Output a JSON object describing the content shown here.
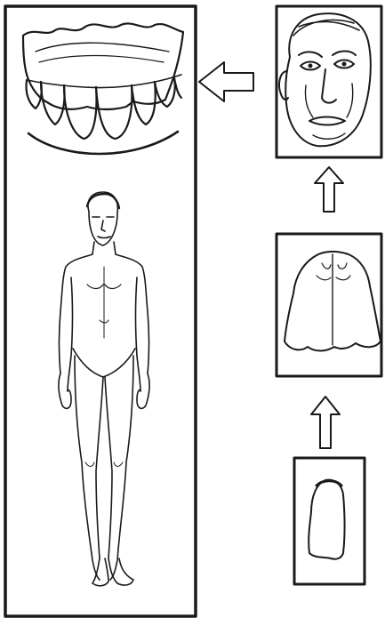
{
  "figure": {
    "background": "#ffffff",
    "ink": "#1a1a1a",
    "panels": [
      {
        "id": "composite",
        "depicts": "upper-denture-and-full-body-figure"
      },
      {
        "id": "face",
        "depicts": "elderly-face-portrait"
      },
      {
        "id": "palate",
        "depicts": "palate-arch-outline"
      },
      {
        "id": "tooth",
        "depicts": "single-incisor-tooth"
      }
    ],
    "arrows": [
      {
        "from": "tooth",
        "to": "palate",
        "direction": "up"
      },
      {
        "from": "palate",
        "to": "face",
        "direction": "up"
      },
      {
        "from": "face",
        "to": "composite",
        "direction": "left"
      }
    ]
  }
}
